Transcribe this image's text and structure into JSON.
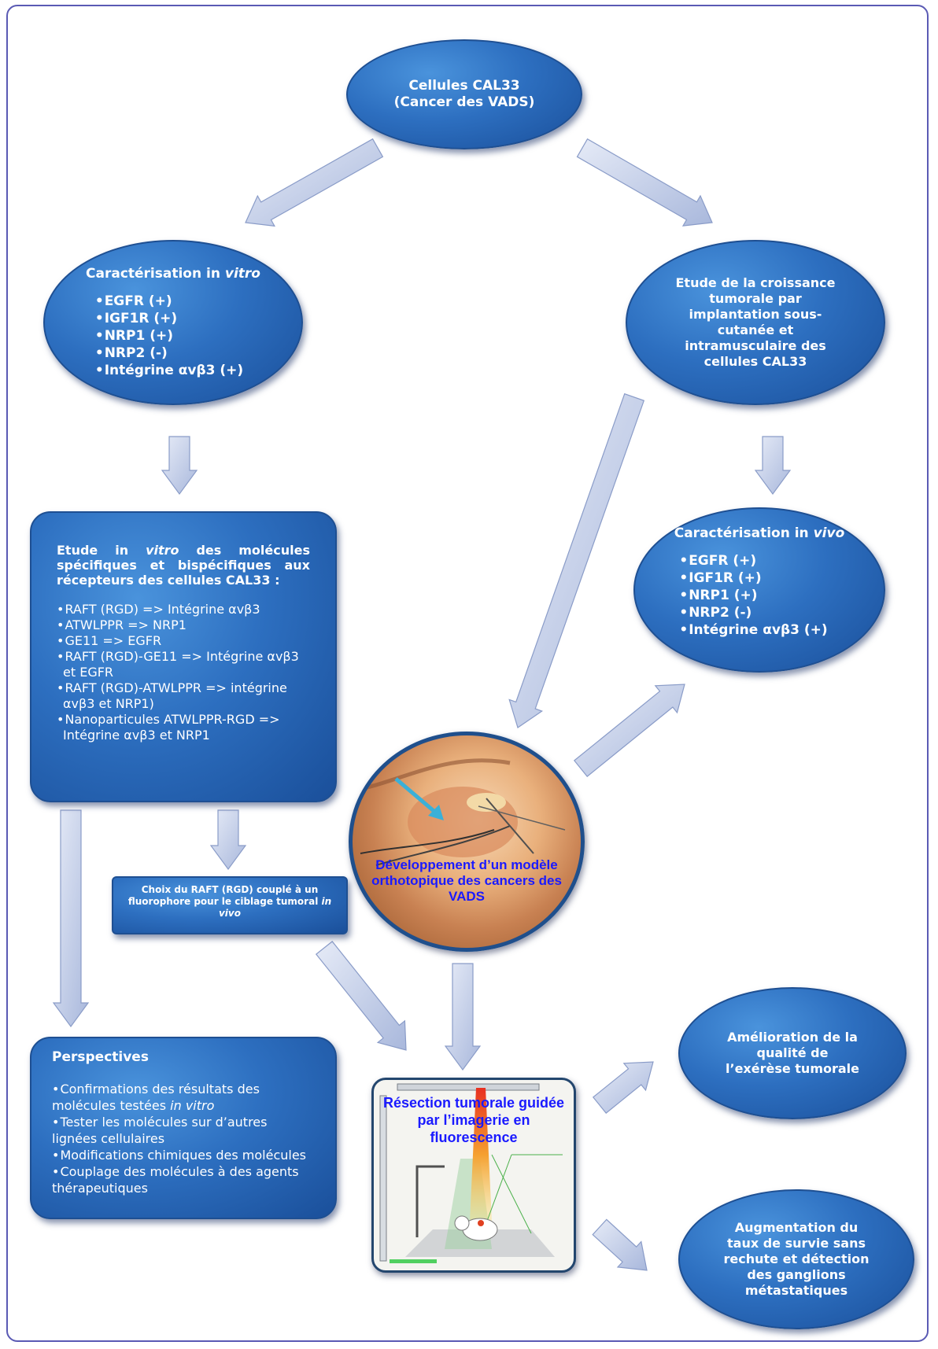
{
  "colors": {
    "node_fill": "#2d6fc0",
    "node_border": "#1e4f92",
    "arrow_fill": "#c9d3ea",
    "frame": "#5a5ab4",
    "photo_text": "#1a1aff"
  },
  "cells": {
    "line1": "Cellules CAL33",
    "line2": "(Cancer des VADS)"
  },
  "invitro_char": {
    "title_prefix": "Caractérisation in ",
    "title_italic": "vitro",
    "items": [
      "EGFR (+)",
      "IGF1R (+)",
      "NRP1 (+)",
      "NRP2 (-)",
      "Intégrine αvβ3 (+)"
    ]
  },
  "growth": {
    "text": "Etude de la croissance tumorale par implantation sous-cutanée et intramusculaire des cellules CAL33"
  },
  "invivo_char": {
    "title_prefix": "Caractérisation in ",
    "title_italic": "vivo",
    "items": [
      "EGFR (+)",
      "IGF1R (+)",
      "NRP1 (+)",
      "NRP2 (-)",
      "Intégrine αvβ3 (+)"
    ]
  },
  "invitro_study": {
    "title_a": "Etude in ",
    "title_italic": "vitro",
    "title_b": " des molécules spécifiques et bispécifiques aux récepteurs des cellules CAL33 :",
    "items": [
      "RAFT (RGD) => Intégrine αvβ3",
      "ATWLPPR => NRP1",
      "GE11 => EGFR",
      "RAFT (RGD)-GE11 => Intégrine αvβ3 et EGFR",
      "RAFT (RGD)-ATWLPPR => intégrine αvβ3 et NRP1)",
      "Nanoparticules ATWLPPR-RGD => Intégrine αvβ3 et NRP1"
    ]
  },
  "choice": {
    "text_a": "Choix du RAFT (RGD) couplé à un fluorophore pour le ciblage tumoral ",
    "text_italic": "in vivo"
  },
  "model": {
    "text": "Développement d’un modèle orthotopique des cancers des VADS"
  },
  "resection": {
    "text": "Résection tumorale guidée par l’imagerie en fluorescence"
  },
  "perspectives": {
    "title": "Perspectives",
    "item1_a": "Confirmations des résultats des molécules  testées ",
    "item1_italic": "in vitro",
    "items": [
      "Tester les molécules sur d’autres lignées cellulaires",
      "Modifications chimiques des molécules",
      "Couplage des molécules à des agents thérapeutiques"
    ]
  },
  "quality": {
    "text": "Amélioration de la qualité de l’exérèse tumorale"
  },
  "survival": {
    "text": "Augmentation du taux de survie sans rechute et détection des ganglions métastatiques"
  }
}
